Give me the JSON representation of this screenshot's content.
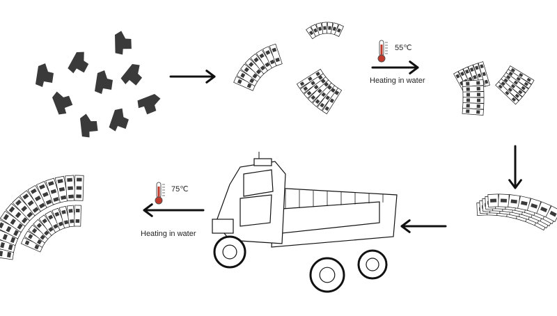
{
  "step1": {
    "temperature": "55℃",
    "label": "Heating in water"
  },
  "step2": {
    "temperature": "75℃",
    "label": "Heating in water"
  },
  "colors": {
    "ink": "#111111",
    "piece": "#3a3a3a",
    "thermo": "#c0392b"
  }
}
